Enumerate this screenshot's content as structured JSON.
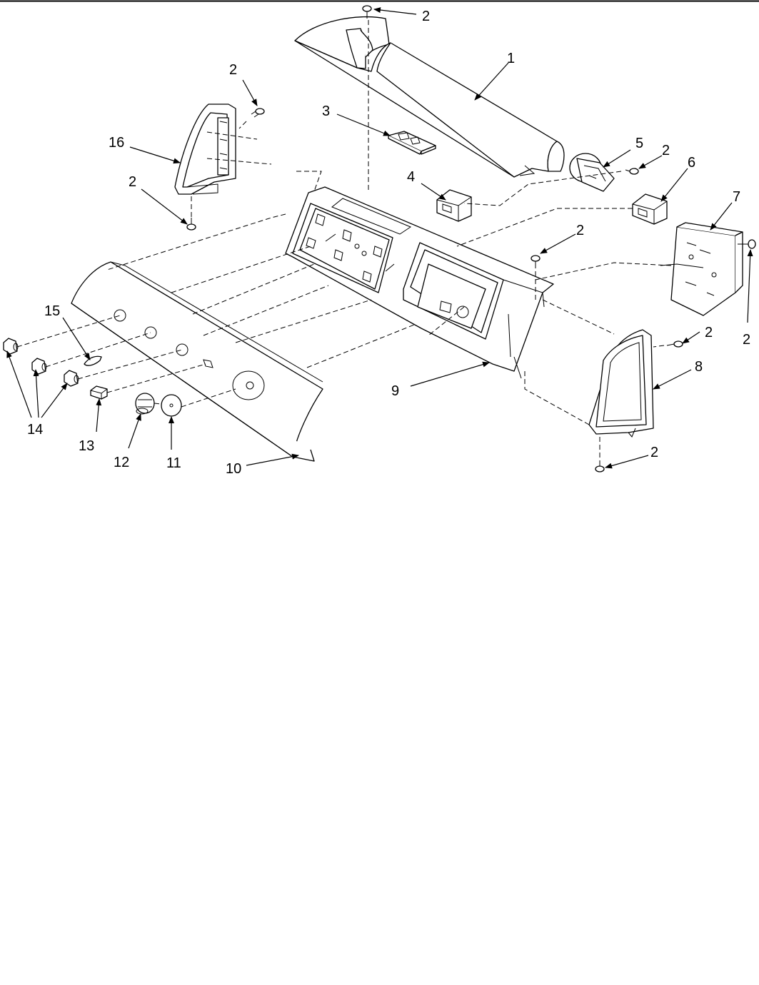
{
  "diagram": {
    "callouts": [
      {
        "id": "c2a",
        "text": "2"
      },
      {
        "id": "c1",
        "text": "1"
      },
      {
        "id": "c2b",
        "text": "2"
      },
      {
        "id": "c3",
        "text": "3"
      },
      {
        "id": "c16",
        "text": "16"
      },
      {
        "id": "c2c",
        "text": "2"
      },
      {
        "id": "c5",
        "text": "5"
      },
      {
        "id": "c2d",
        "text": "2"
      },
      {
        "id": "c6",
        "text": "6"
      },
      {
        "id": "c4",
        "text": "4"
      },
      {
        "id": "c7",
        "text": "7"
      },
      {
        "id": "c2e",
        "text": "2"
      },
      {
        "id": "c2f",
        "text": "2"
      },
      {
        "id": "c15",
        "text": "15"
      },
      {
        "id": "c2g",
        "text": "2"
      },
      {
        "id": "c8",
        "text": "8"
      },
      {
        "id": "c9",
        "text": "9"
      },
      {
        "id": "c14",
        "text": "14"
      },
      {
        "id": "c13",
        "text": "13"
      },
      {
        "id": "c12",
        "text": "12"
      },
      {
        "id": "c11",
        "text": "11"
      },
      {
        "id": "c10",
        "text": "10"
      },
      {
        "id": "c2h",
        "text": "2"
      }
    ]
  }
}
